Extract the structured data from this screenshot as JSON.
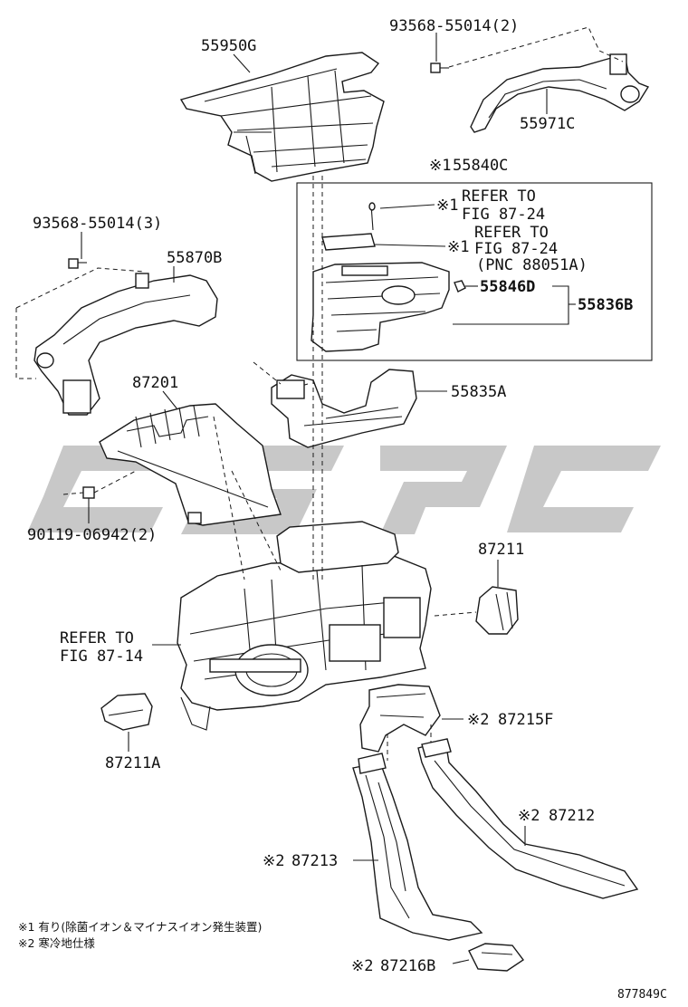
{
  "figure_code": "877849C",
  "callouts": {
    "p55950g": "55950G",
    "p93568_2": "93568-55014(2)",
    "p55971c": "55971C",
    "p55840c_mark": "※1",
    "p55840c": "55840C",
    "refer1_mark": "※1",
    "refer1_a": "REFER TO",
    "refer1_b": "FIG 87-24",
    "refer2_a": "REFER TO",
    "refer2_mark": "※1",
    "refer2_b": "FIG 87-24",
    "refer2_c": "(PNC 88051A)",
    "p55846d": "55846D",
    "p55836b": "55836B",
    "p93568_3": "93568-55014(3)",
    "p55870b": "55870B",
    "p55835a": "55835A",
    "p87201": "87201",
    "p90119": "90119-06942(2)",
    "p87211": "87211",
    "refer3_a": "REFER TO",
    "refer3_b": "FIG 87-14",
    "p87215f_mark": "※2",
    "p87215f": "87215F",
    "p87211a": "87211A",
    "p87212_mark": "※2",
    "p87212": "87212",
    "p87213_mark": "※2",
    "p87213": "87213",
    "p87216b_mark": "※2",
    "p87216b": "87216B"
  },
  "footnotes": {
    "note1": "※1 有り(除菌イオン＆マイナスイオン発生装置)",
    "note2": "※2 寒冷地仕様"
  },
  "watermark": {
    "color": "#9a9a9a"
  }
}
